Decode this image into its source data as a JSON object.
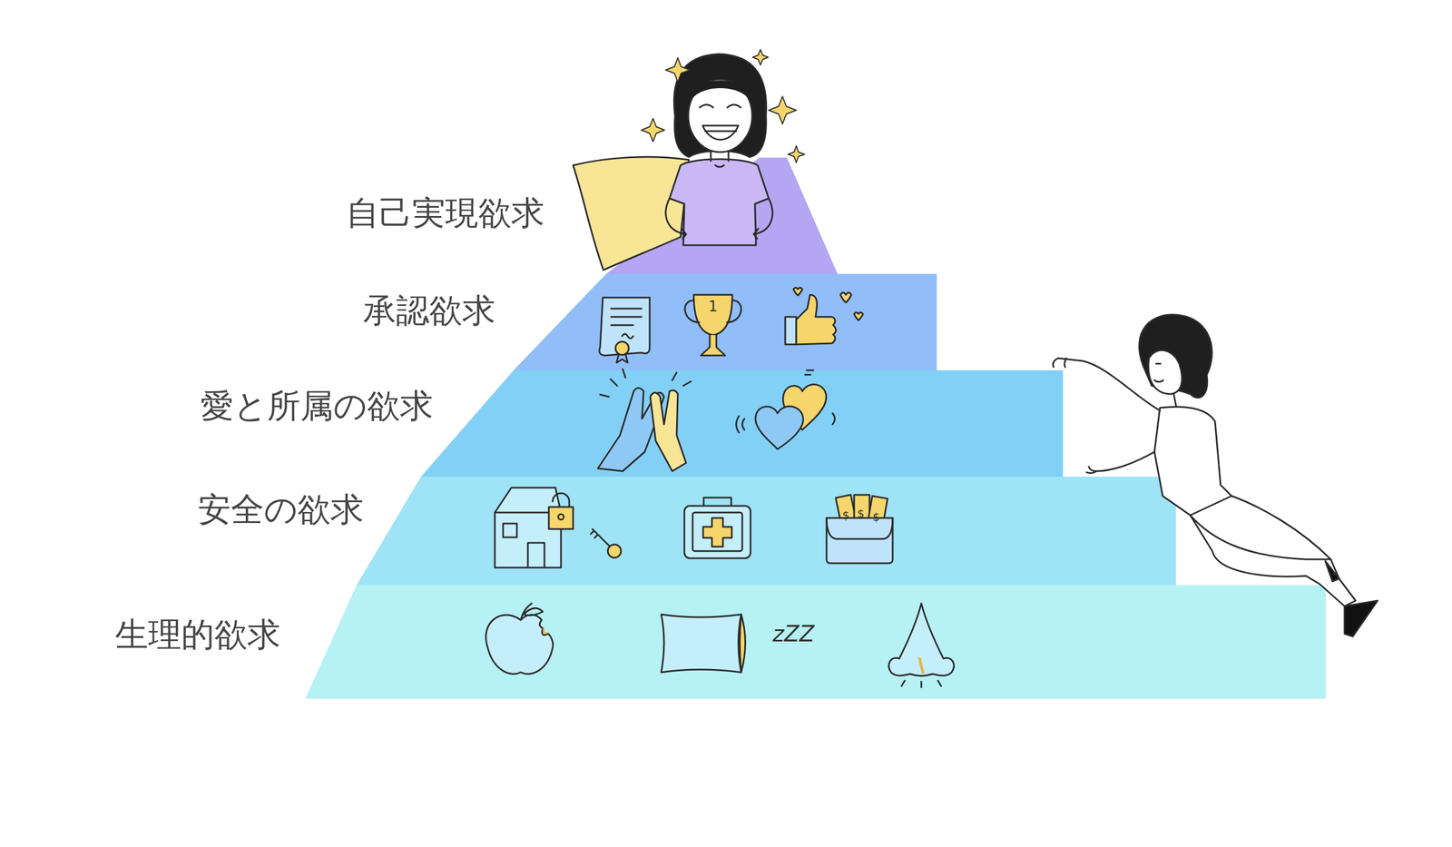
{
  "diagram": {
    "nodes": [
      {
        "text": [
          "自己実現欲求"
        ]
      },
      {
        "text": [
          "承認欲求"
        ]
      },
      {
        "text": [
          "愛と所属の欲求"
        ]
      },
      {
        "text": [
          "安全の欲求"
        ]
      },
      {
        "text": [
          "生理的欲求"
        ]
      }
    ],
    "labels": [
      "1",
      "zZZ",
      "$",
      "$",
      "$"
    ]
  }
}
